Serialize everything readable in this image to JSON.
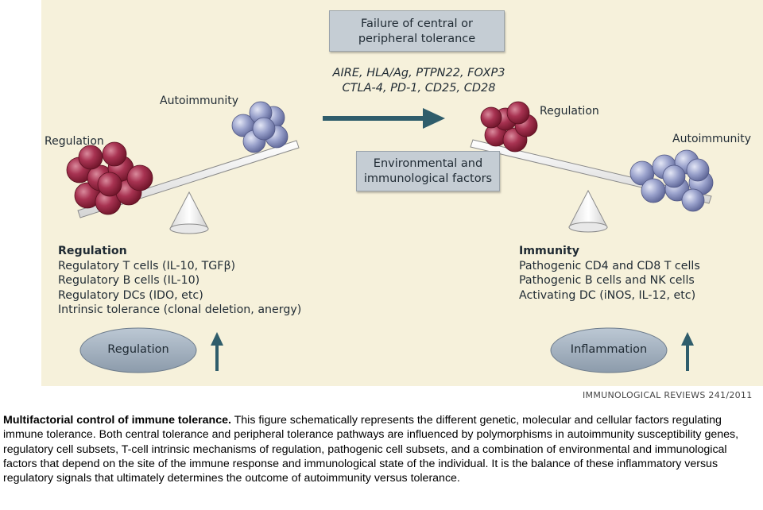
{
  "figure": {
    "failure_box": {
      "line1": "Failure of central or",
      "line2": "peripheral tolerance"
    },
    "genes_line1": "AIRE, HLA/Ag, PTPN22, FOXP3",
    "genes_line2": "CTLA-4, PD-1, CD25, CD28",
    "env_box": {
      "line1": "Environmental and",
      "line2": "immunological factors"
    },
    "left_scale": {
      "label_heavy": "Regulation",
      "label_light": "Autoimmunity"
    },
    "right_scale": {
      "label_heavy": "Regulation",
      "label_light": "Autoimmunity"
    },
    "left_list": {
      "heading": "Regulation",
      "items": [
        "Regulatory T cells (IL-10, TGFβ)",
        "Regulatory B cells (IL-10)",
        "Regulatory DCs (IDO, etc)",
        "Intrinsic tolerance (clonal deletion, anergy)"
      ]
    },
    "right_list": {
      "heading": "Immunity",
      "items": [
        "Pathogenic CD4 and CD8 T cells",
        "Pathogenic B cells  and NK cells",
        "Activating DC (iNOS, IL-12, etc)"
      ]
    },
    "left_oval": "Regulation",
    "right_oval": "Inflammation",
    "source": "IMMUNOLOGICAL REVIEWS 241/2011",
    "colors": {
      "background": "#f6f1db",
      "regulation_cell": "#9b2a45",
      "autoimmunity_cell": "#8f98c4",
      "box": "#c5cdd4",
      "arrow": "#2f5d6b"
    }
  },
  "caption": {
    "title": "Multifactorial control of immune tolerance.",
    "body": " This figure schematically represents the different genetic, molecular and cellular factors regulating immune tolerance. Both central tolerance and peripheral tolerance pathways are influenced by polymorphisms in autoimmunity susceptibility genes, regulatory cell subsets, T-cell intrinsic mechanisms of regulation, pathogenic cell subsets, and a combination of environmental and immunological factors that depend on the site of the immune response and immunological state of the individual. It is the balance of these inflammatory versus regulatory signals that ultimately determines the outcome of autoimmunity versus tolerance."
  }
}
